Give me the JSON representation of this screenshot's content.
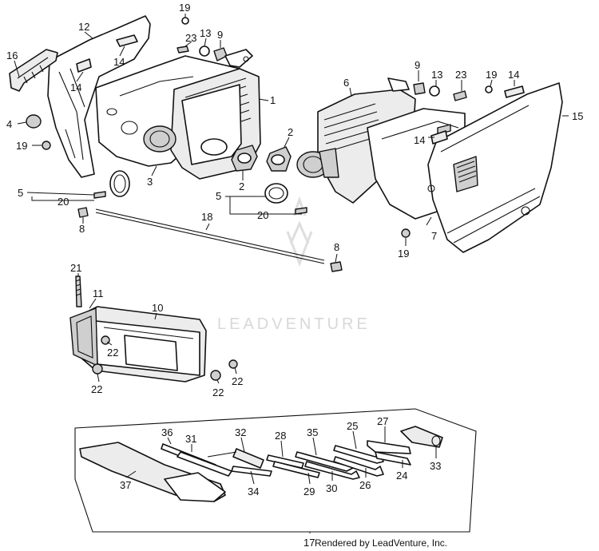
{
  "watermark": {
    "text": "LEADVENTURE"
  },
  "credit": {
    "text": "Rendered by LeadVenture, Inc."
  },
  "callouts": [
    {
      "id": "c19a",
      "label": "19"
    },
    {
      "id": "c12",
      "label": "12"
    },
    {
      "id": "c23a",
      "label": "23"
    },
    {
      "id": "c13a",
      "label": "13"
    },
    {
      "id": "c9a",
      "label": "9"
    },
    {
      "id": "c16",
      "label": "16"
    },
    {
      "id": "c14a",
      "label": "14"
    },
    {
      "id": "c14b",
      "label": "14"
    },
    {
      "id": "c1",
      "label": "1"
    },
    {
      "id": "c4",
      "label": "4"
    },
    {
      "id": "c19b",
      "label": "19"
    },
    {
      "id": "c3",
      "label": "3"
    },
    {
      "id": "c2a",
      "label": "2"
    },
    {
      "id": "c5a",
      "label": "5"
    },
    {
      "id": "c20a",
      "label": "20"
    },
    {
      "id": "c8a",
      "label": "8"
    },
    {
      "id": "c6",
      "label": "6"
    },
    {
      "id": "c9b",
      "label": "9"
    },
    {
      "id": "c13b",
      "label": "13"
    },
    {
      "id": "c23b",
      "label": "23"
    },
    {
      "id": "c19c",
      "label": "19"
    },
    {
      "id": "c14c",
      "label": "14"
    },
    {
      "id": "c15",
      "label": "15"
    },
    {
      "id": "c2b",
      "label": "2"
    },
    {
      "id": "c14d",
      "label": "14"
    },
    {
      "id": "c5b",
      "label": "5"
    },
    {
      "id": "c20b",
      "label": "20"
    },
    {
      "id": "c18",
      "label": "18"
    },
    {
      "id": "c7",
      "label": "7"
    },
    {
      "id": "c19d",
      "label": "19"
    },
    {
      "id": "c8b",
      "label": "8"
    },
    {
      "id": "c21",
      "label": "21"
    },
    {
      "id": "c11",
      "label": "11"
    },
    {
      "id": "c10",
      "label": "10"
    },
    {
      "id": "c22a",
      "label": "22"
    },
    {
      "id": "c22b",
      "label": "22"
    },
    {
      "id": "c22c",
      "label": "22"
    },
    {
      "id": "c22d",
      "label": "22"
    },
    {
      "id": "c36",
      "label": "36"
    },
    {
      "id": "c31",
      "label": "31"
    },
    {
      "id": "c32",
      "label": "32"
    },
    {
      "id": "c28",
      "label": "28"
    },
    {
      "id": "c35",
      "label": "35"
    },
    {
      "id": "c25",
      "label": "25"
    },
    {
      "id": "c27",
      "label": "27"
    },
    {
      "id": "c37",
      "label": "37"
    },
    {
      "id": "c34",
      "label": "34"
    },
    {
      "id": "c29",
      "label": "29"
    },
    {
      "id": "c30",
      "label": "30"
    },
    {
      "id": "c26",
      "label": "26"
    },
    {
      "id": "c24",
      "label": "24"
    },
    {
      "id": "c33",
      "label": "33"
    },
    {
      "id": "c17",
      "label": "17"
    }
  ]
}
